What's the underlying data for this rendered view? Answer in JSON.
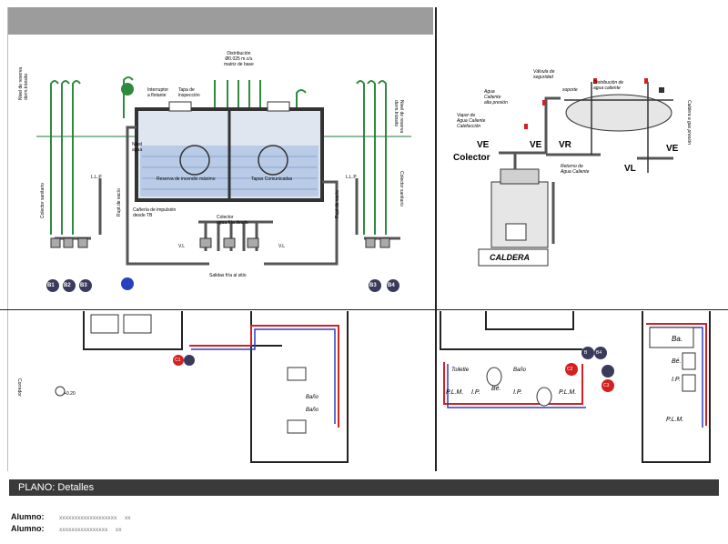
{
  "sheet": {
    "title": "PLANO: Detalles"
  },
  "footer": [
    {
      "label": "Alumno:",
      "value": "xxxxxxxxxxxxxxxxxxx",
      "num": "xx"
    },
    {
      "label": "Alumno:",
      "value": "xxxxxxxxxxxxxxxx",
      "num": "xx"
    }
  ],
  "tank": {
    "hot_out": "Distribución",
    "hot_out2": "Ø0.025 m.c/u",
    "hot_out3": "matriz de base",
    "interruptor": "Interruptor",
    "interruptor2": "a flotante",
    "tapa": "Tapa de",
    "tapa2": "inspección",
    "nivel": "Nivel",
    "nivel2": "agua",
    "nivel_left": "Nivel de reserva",
    "nivel_left2": "dorm.tránsito",
    "nivel_right": "Nivel de reserva",
    "nivel_right2": "dorm.tránsito",
    "reserva": "Reserva de incendio",
    "reserva2": "máximo",
    "tapas": "Tapas Comunicadas",
    "impulsion": "Cañería de impulsión",
    "impulsion2": "desde TB",
    "colector": "Colector",
    "colector2": "agua fría desde",
    "salidas": "Salidas fría al sitio",
    "llp_left": "L.L.P",
    "llp_right": "L.L.P",
    "col_left": "Colector sanitario",
    "col_right": "Colector sanitario",
    "rpt_left": "Rupt.de vacío",
    "rpt_right": "Rupt.de vacío",
    "vl_left": "V.L",
    "vl_right": "V.L",
    "badges_left": [
      "B1",
      "B2",
      "B3"
    ],
    "badges_right": [
      "B3",
      "B4"
    ]
  },
  "boiler": {
    "valvula": "Válvula de",
    "valvula2": "seguridad",
    "distribucion": "Distribución de",
    "distribucion2": "agua caliente",
    "soporte": "soporte",
    "agua_cal": "Agua",
    "agua_cal2": "Caliente",
    "agua_cal3": "alta presión",
    "vapor": "Vapor de",
    "vapor2": "Agua Caliente",
    "vapor3": "Calefacción",
    "ve1": "VE",
    "ve2": "VE",
    "ve3": "VE",
    "vr": "VR",
    "vl": "VL",
    "colector": "Colector",
    "retorno": "Retorno de",
    "retorno2": "Agua Caliente",
    "caldera": "CALDERA",
    "right": "Caldera a gas",
    "right2": "presión"
  },
  "plan": {
    "banio": "Baño",
    "bano2": "Baño",
    "toilette": "Toilette",
    "plm": "P.L.M.",
    "ip": "I.P.",
    "be": "Bé.",
    "ba": "Ba.",
    "corredor": "Corredor",
    "level": "+0.20",
    "badges_red": [
      "C1",
      "C2",
      "C3"
    ],
    "badges_dark": [
      "B",
      "B4"
    ]
  },
  "colors": {
    "pipe_green": "#2e8b3e",
    "hot": "#d42020",
    "cold": "#2a3fbf",
    "water": "#b9cbe6"
  }
}
